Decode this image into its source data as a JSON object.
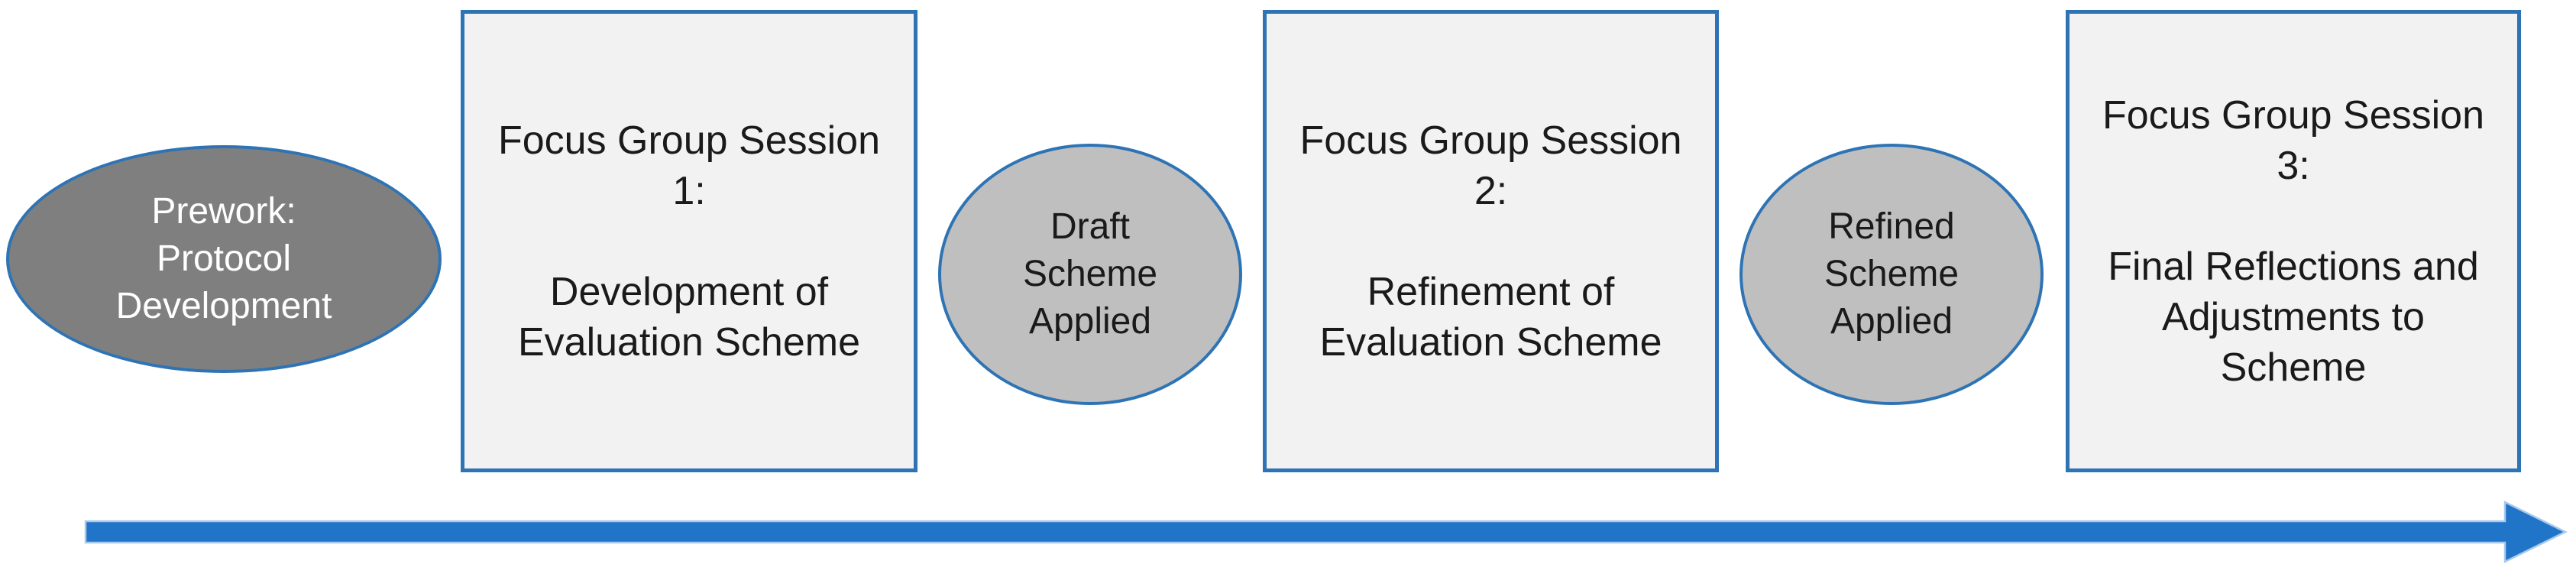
{
  "colors": {
    "shape_border": "#2E74B5",
    "box_fill": "#F2F2F2",
    "dark_ellipse_fill": "#7F7F7F",
    "light_ellipse_fill": "#BFBFBF",
    "text_dark": "#1A1A1A",
    "text_light": "#FFFFFF",
    "arrow_fill": "#2175C8",
    "arrow_edge": "#A9C9EA",
    "canvas_bg": "#FFFFFF"
  },
  "diagram": {
    "prework_ellipse": {
      "text": "Prework:\nProtocol\nDevelopment"
    },
    "session1_box": {
      "text": "Focus Group Session\n1:\n\nDevelopment of\nEvaluation Scheme"
    },
    "draft_ellipse": {
      "text": "Draft\nScheme\nApplied"
    },
    "session2_box": {
      "text": "Focus Group Session\n2:\n\nRefinement of\nEvaluation Scheme"
    },
    "refined_ellipse": {
      "text": "Refined\nScheme\nApplied"
    },
    "session3_box": {
      "text": "Focus Group Session\n3:\n\nFinal Reflections and\nAdjustments to\nScheme"
    },
    "timeline_arrow": {
      "direction": "right"
    }
  }
}
